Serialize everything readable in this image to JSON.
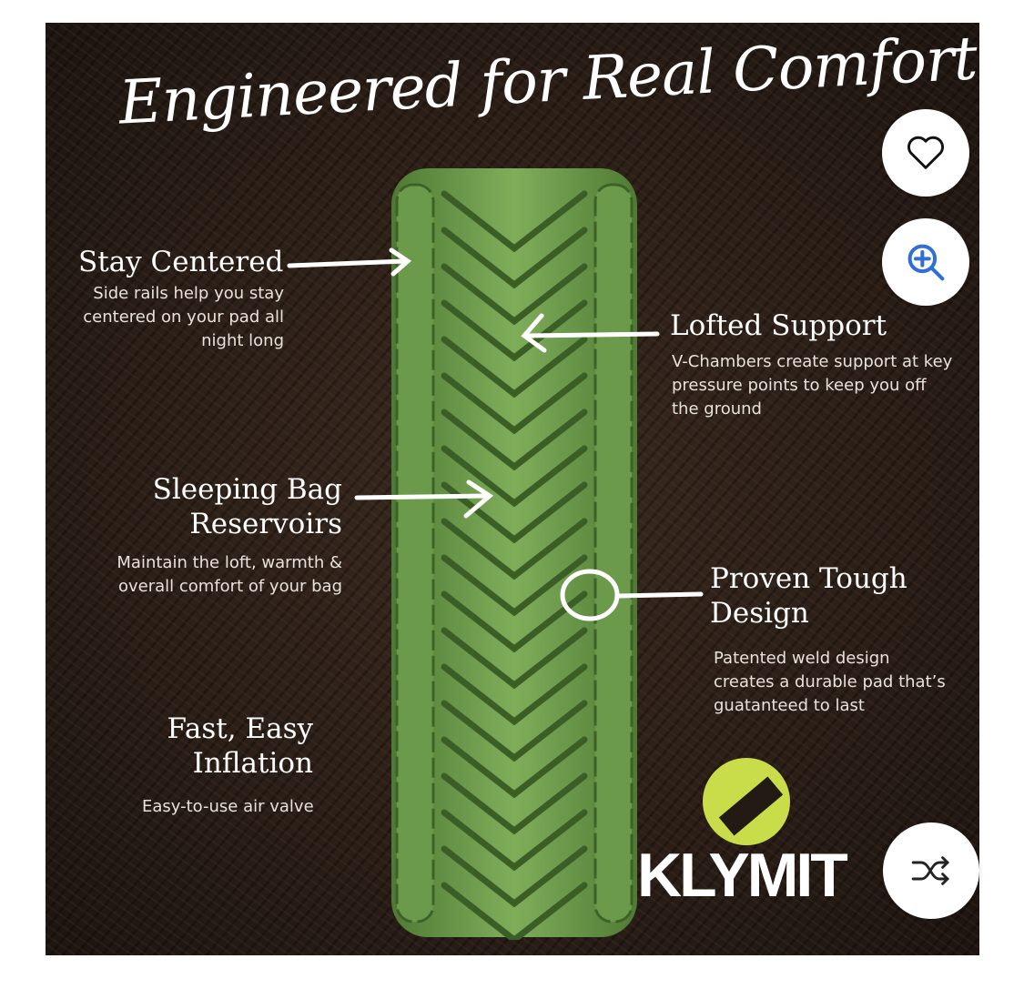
{
  "image": {
    "title": "Engineered for Real Comfort",
    "features": [
      {
        "heading": "Stay Centered",
        "desc": "Side rails help you stay centered on your pad all night long"
      },
      {
        "heading": "Lofted Support",
        "desc": "V-Chambers create support at key pressure points to keep you off the ground"
      },
      {
        "heading": "Sleeping Bag Reservoirs",
        "desc": "Maintain the loft, warmth & overall comfort of your bag"
      },
      {
        "heading": "Proven Tough Design",
        "desc": "Patented weld design creates a durable pad that’s guatanteed to last"
      },
      {
        "heading": "Fast, Easy Inflation",
        "desc": "Easy-to-use air valve"
      }
    ],
    "logo_text": "KLYMIT",
    "logo_color": "#c9dd4a"
  },
  "buttons": {
    "favorite": "heart-icon",
    "zoom": "zoom-in-icon",
    "shuffle": "shuffle-icon"
  }
}
